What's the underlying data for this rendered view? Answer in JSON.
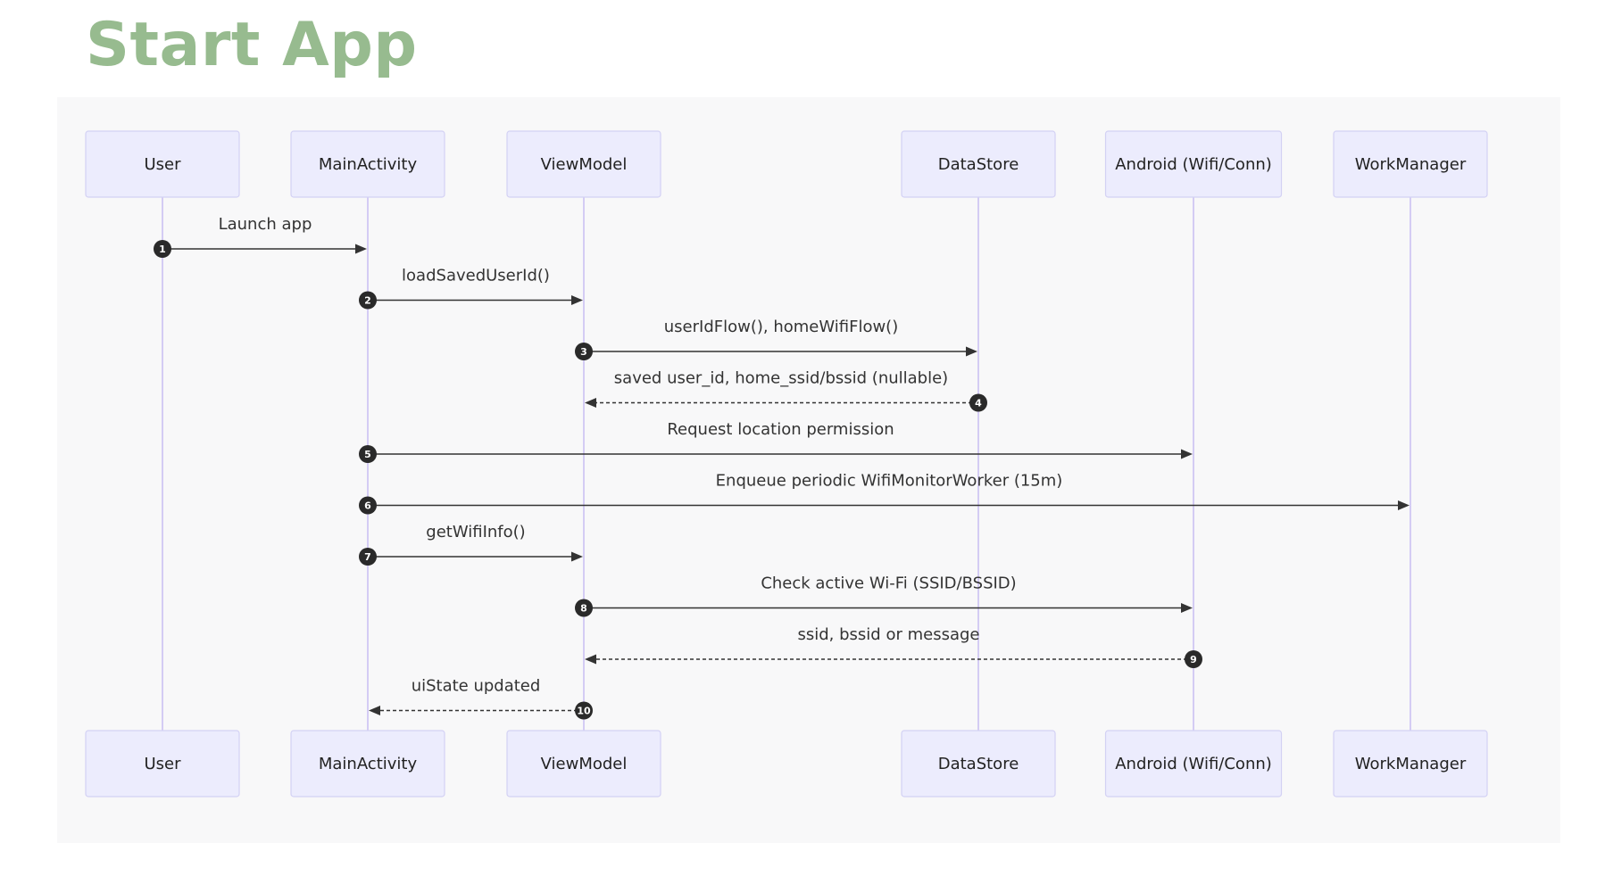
{
  "page": {
    "title": "Start App"
  },
  "colors": {
    "title": "#97bb8f",
    "panel_background": "#f8f8f9",
    "actor_fill": "#ececfd",
    "actor_border": "#d3d1f4",
    "lifeline": "#d4ccf4",
    "message": "#333333",
    "sequence_badge": "#2a2a2a"
  },
  "diagram": {
    "type": "sequence",
    "participants": [
      {
        "id": "user",
        "label": "User"
      },
      {
        "id": "main",
        "label": "MainActivity"
      },
      {
        "id": "vm",
        "label": "ViewModel"
      },
      {
        "id": "ds",
        "label": "DataStore"
      },
      {
        "id": "android",
        "label": "Android (Wifi/Conn)"
      },
      {
        "id": "wm",
        "label": "WorkManager"
      }
    ],
    "messages": [
      {
        "seq": "1",
        "from": "user",
        "to": "main",
        "label": "Launch app",
        "style": "solid"
      },
      {
        "seq": "2",
        "from": "main",
        "to": "vm",
        "label": "loadSavedUserId()",
        "style": "solid"
      },
      {
        "seq": "3",
        "from": "vm",
        "to": "ds",
        "label": "userIdFlow(), homeWifiFlow()",
        "style": "solid"
      },
      {
        "seq": "4",
        "from": "ds",
        "to": "vm",
        "label": "saved user_id, home_ssid/bssid (nullable)",
        "style": "dashed"
      },
      {
        "seq": "5",
        "from": "main",
        "to": "android",
        "label": "Request location permission",
        "style": "solid"
      },
      {
        "seq": "6",
        "from": "main",
        "to": "wm",
        "label": "Enqueue periodic WifiMonitorWorker (15m)",
        "style": "solid"
      },
      {
        "seq": "7",
        "from": "main",
        "to": "vm",
        "label": "getWifiInfo()",
        "style": "solid"
      },
      {
        "seq": "8",
        "from": "vm",
        "to": "android",
        "label": "Check active Wi-Fi (SSID/BSSID)",
        "style": "solid"
      },
      {
        "seq": "9",
        "from": "android",
        "to": "vm",
        "label": "ssid, bssid or message",
        "style": "dashed"
      },
      {
        "seq": "10",
        "from": "vm",
        "to": "main",
        "label": "uiState updated",
        "style": "dashed"
      }
    ]
  }
}
